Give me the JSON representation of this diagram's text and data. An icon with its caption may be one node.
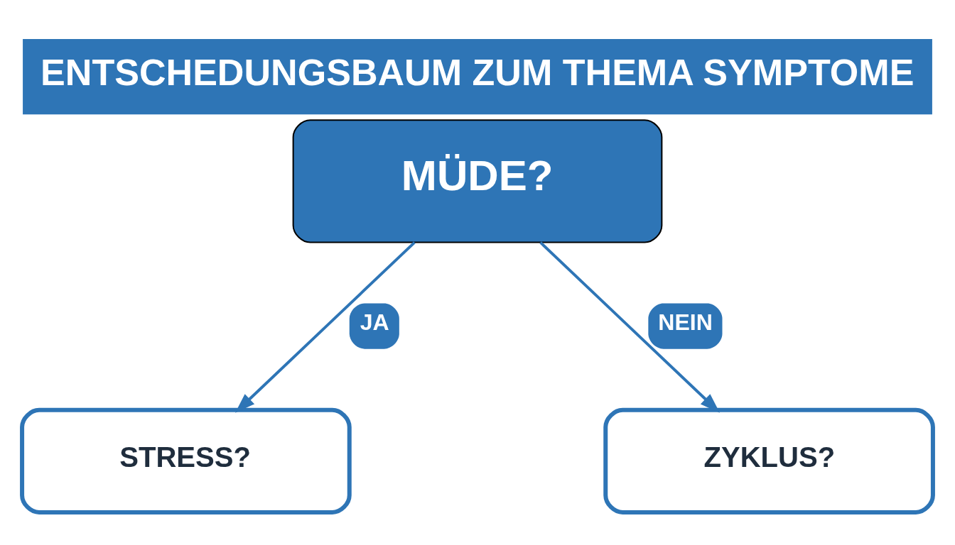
{
  "diagram": {
    "title": "ENTSCHEDUNGSBAUM ZUM THEMA SYMPTOME",
    "nodes": [
      {
        "text": [
          "MÜDE?"
        ]
      },
      {
        "text": [
          "STRESS?"
        ]
      },
      {
        "text": [
          "ZYKLUS?"
        ]
      }
    ],
    "edges": [
      {
        "from": 0,
        "to": 1,
        "arrow": "to",
        "label": "JA"
      },
      {
        "from": 0,
        "to": 2,
        "arrow": "to",
        "label": "NEIN"
      }
    ]
  }
}
